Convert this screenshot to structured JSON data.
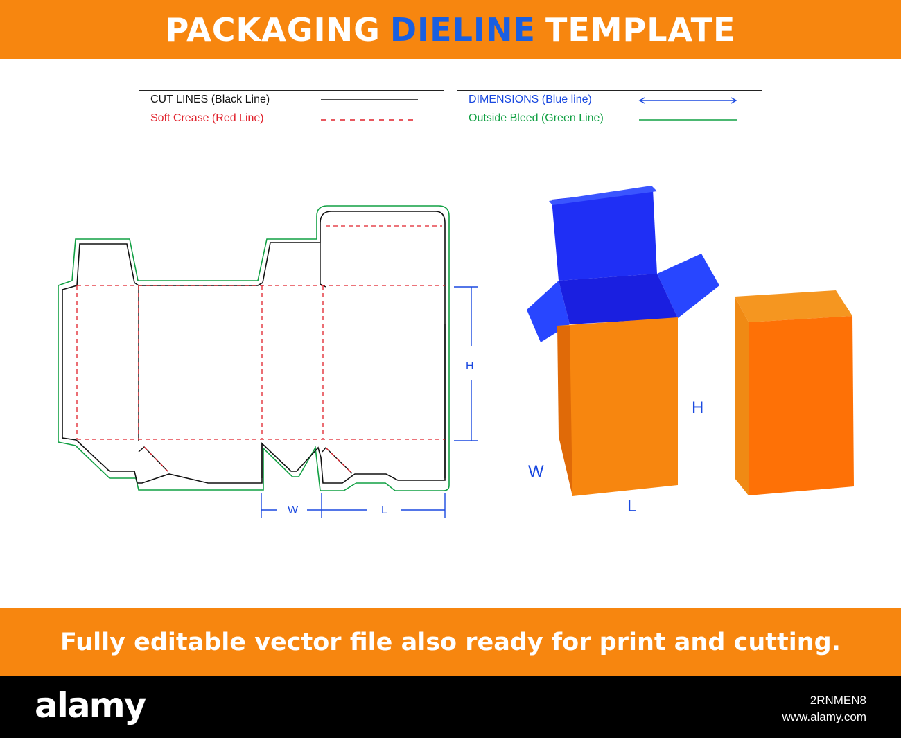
{
  "header": {
    "title_pre": "PACKAGING",
    "title_accent": "DIELINE",
    "title_post": "TEMPLATE",
    "accent_color": "#1a5fe0",
    "banner_color": "#f7860f"
  },
  "legend": {
    "cut_lines": "CUT LINES (Black Line)",
    "soft_crease": "Soft Crease (Red Line)",
    "dimensions": "DIMENSIONS (Blue line)",
    "outside_bleed": "Outside Bleed (Green Line)"
  },
  "dieline": {
    "label_h": "H",
    "label_w": "W",
    "label_l": "L"
  },
  "box_3d": {
    "label_h": "H",
    "label_w": "W",
    "label_l": "L",
    "panel_orange": "#f7860f",
    "panel_blue": "#1a3ff0"
  },
  "footer_banner": {
    "text": "Fully editable vector file also ready for print and cutting."
  },
  "footer": {
    "brand": "alamy",
    "image_id": "2RNMEN8",
    "url": "www.alamy.com"
  }
}
